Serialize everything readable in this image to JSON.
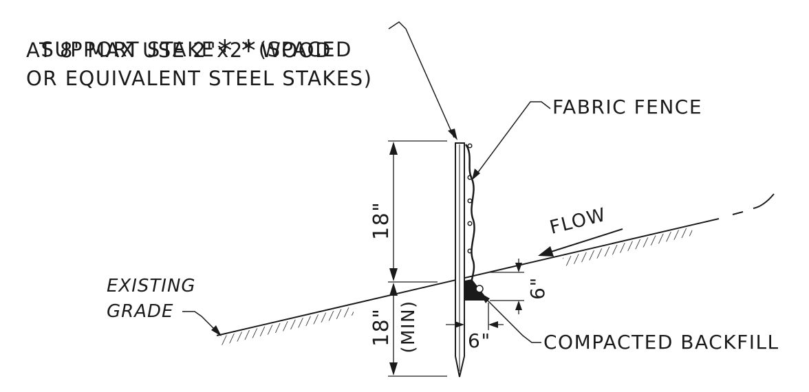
{
  "labels": {
    "support_stake_line1": "SUPPORT STAKE",
    "support_stake_asterisks": "* *",
    "support_stake_line1_tail": "(SPACED",
    "support_stake_line2": "AT 8' MAX USE 2\"x2\" WOOD",
    "support_stake_line3": "OR EQUIVALENT STEEL STAKES)",
    "fabric_fence": "FABRIC FENCE",
    "flow": "FLOW",
    "existing_grade_line1": "EXISTING",
    "existing_grade_line2": "GRADE",
    "compacted_backfill": "COMPACTED BACKFILL",
    "dim_upper_height": "18\"",
    "dim_lower_height": "18\"",
    "dim_lower_min": "(MIN)",
    "dim_trench_depth": "6\"",
    "dim_trench_width": "6\""
  },
  "colors": {
    "ink": "#1a1a1a",
    "paper": "#ffffff"
  }
}
